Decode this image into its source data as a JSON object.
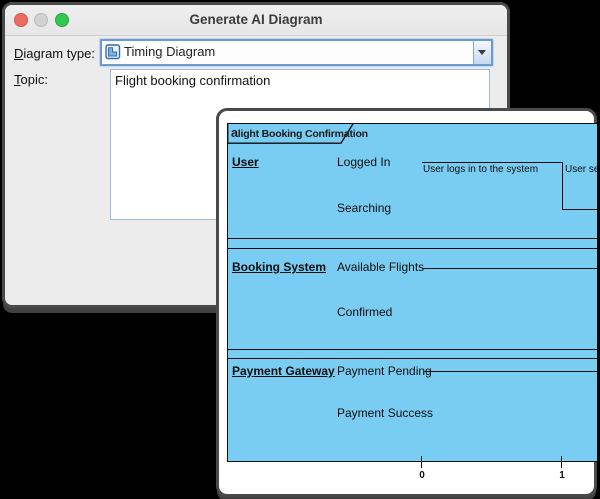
{
  "dialog": {
    "window_title": "Generate AI Diagram",
    "traffic_lights": {
      "close": "#ed6a5f",
      "minimize": "#d2d2d2",
      "zoom": "#32c850"
    },
    "diagram_type": {
      "label_mnemonic": "D",
      "label_rest": "iagram type:",
      "value": "Timing Diagram",
      "icon": "timing-diagram-icon"
    },
    "topic": {
      "label_mnemonic": "T",
      "label_rest": "opic:",
      "value": "Flight booking confirmation"
    }
  },
  "diagram": {
    "fill_color": "#79cdf3",
    "frame_tab": {
      "glyph": "a",
      "label": "light Booking Confirmation"
    },
    "lifelines": [
      {
        "name": "User",
        "states": [
          "Logged In",
          "Searching"
        ]
      },
      {
        "name": "Booking System",
        "states": [
          "Available Flights",
          "Confirmed"
        ]
      },
      {
        "name": "Payment Gateway",
        "states": [
          "Payment Pending",
          "Payment Success"
        ]
      }
    ],
    "annotations": [
      {
        "text": "User logs in to the system"
      },
      {
        "text": "User sea"
      }
    ],
    "axis": {
      "ticks": [
        "0",
        "1"
      ]
    }
  }
}
